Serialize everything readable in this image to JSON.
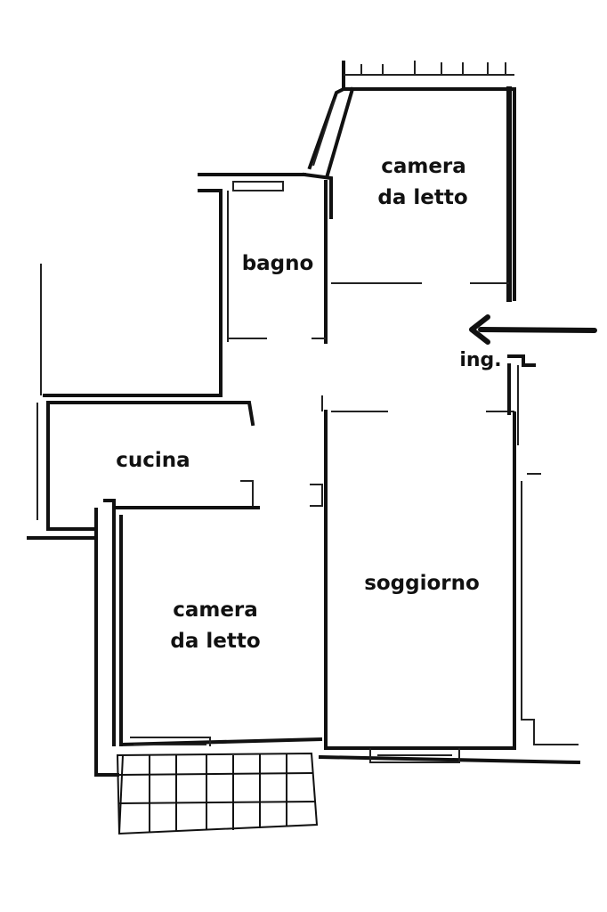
{
  "rooms": {
    "bedroom_top_line1": "camera",
    "bedroom_top_line2": "da letto",
    "bathroom": "bagno",
    "kitchen": "cucina",
    "bedroom_bottom_line1": "camera",
    "bedroom_bottom_line2": "da letto",
    "living_room": "soggiorno"
  },
  "entrance": {
    "label": "ing.",
    "arrow_icon": "arrow-left-icon"
  },
  "colors": {
    "ink": "#111111",
    "background": "#ffffff"
  }
}
